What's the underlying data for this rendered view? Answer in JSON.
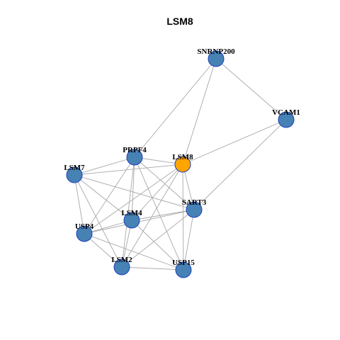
{
  "title": "LSM8",
  "colors": {
    "node_default": "#4682b4",
    "node_focus": "#ffa500",
    "node_border": "#1f3fbf",
    "edge": "#a8a8a8"
  },
  "nodes": [
    {
      "id": "SNRNP200",
      "label": "SNRNP200",
      "focus": false
    },
    {
      "id": "VCAM1",
      "label": "VCAM1",
      "focus": false
    },
    {
      "id": "PRPF4",
      "label": "PRPF4",
      "focus": false
    },
    {
      "id": "LSM8",
      "label": "LSM8",
      "focus": true
    },
    {
      "id": "LSM7",
      "label": "LSM7",
      "focus": false
    },
    {
      "id": "SART3",
      "label": "SART3",
      "focus": false
    },
    {
      "id": "LSM4",
      "label": "LSM4",
      "focus": false
    },
    {
      "id": "USP4",
      "label": "USP4",
      "focus": false
    },
    {
      "id": "LSM2",
      "label": "LSM2",
      "focus": false
    },
    {
      "id": "USP15",
      "label": "USP15",
      "focus": false
    }
  ],
  "edges": [
    [
      "SNRNP200",
      "VCAM1"
    ],
    [
      "SNRNP200",
      "PRPF4"
    ],
    [
      "SNRNP200",
      "LSM8"
    ],
    [
      "VCAM1",
      "LSM8"
    ],
    [
      "VCAM1",
      "SART3"
    ],
    [
      "PRPF4",
      "LSM8"
    ],
    [
      "PRPF4",
      "LSM7"
    ],
    [
      "PRPF4",
      "LSM4"
    ],
    [
      "PRPF4",
      "LSM2"
    ],
    [
      "PRPF4",
      "USP4"
    ],
    [
      "PRPF4",
      "SART3"
    ],
    [
      "PRPF4",
      "USP15"
    ],
    [
      "LSM8",
      "LSM7"
    ],
    [
      "LSM8",
      "LSM4"
    ],
    [
      "LSM8",
      "LSM2"
    ],
    [
      "LSM8",
      "USP4"
    ],
    [
      "LSM8",
      "USP15"
    ],
    [
      "LSM8",
      "SART3"
    ],
    [
      "LSM7",
      "LSM4"
    ],
    [
      "LSM7",
      "LSM2"
    ],
    [
      "LSM7",
      "USP4"
    ],
    [
      "LSM7",
      "SART3"
    ],
    [
      "SART3",
      "LSM4"
    ],
    [
      "SART3",
      "USP4"
    ],
    [
      "SART3",
      "LSM2"
    ],
    [
      "SART3",
      "USP15"
    ],
    [
      "LSM4",
      "USP4"
    ],
    [
      "LSM4",
      "LSM2"
    ],
    [
      "LSM4",
      "USP15"
    ],
    [
      "USP4",
      "LSM2"
    ],
    [
      "USP4",
      "USP15"
    ],
    [
      "LSM2",
      "USP15"
    ]
  ]
}
